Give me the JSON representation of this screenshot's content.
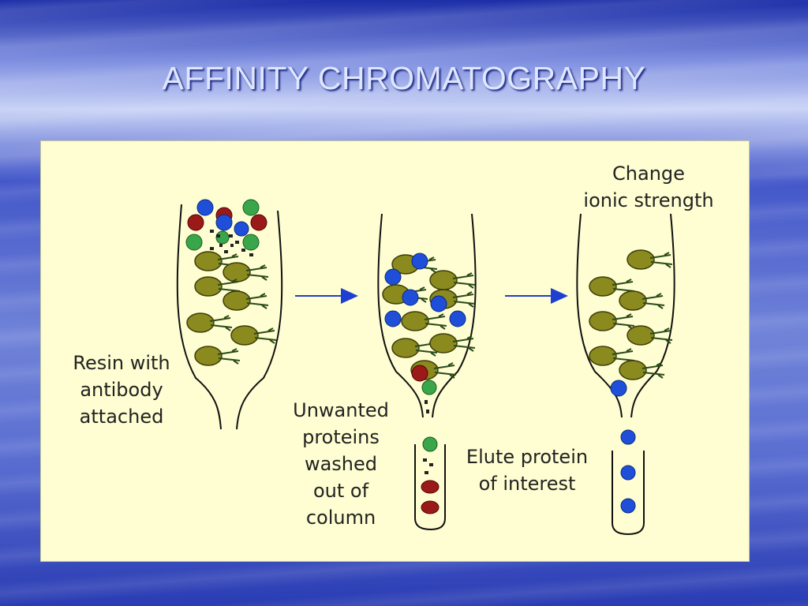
{
  "slide": {
    "title": "AFFINITY CHROMATOGRAPHY"
  },
  "labels": {
    "resin": [
      "Resin with",
      "antibody",
      "attached"
    ],
    "unwanted": [
      "Unwanted",
      "proteins",
      "washed",
      "out of",
      "column"
    ],
    "elute": [
      "Elute protein",
      "of interest"
    ],
    "change": [
      "Change",
      "ionic strength"
    ]
  },
  "colors": {
    "panel": "#fefed2",
    "resin_bead": "#8a8a1e",
    "protein_blue": "#1f4fd8",
    "protein_green": "#3aa64a",
    "protein_red": "#9a1a1a",
    "arrow": "#1f3fd0"
  }
}
